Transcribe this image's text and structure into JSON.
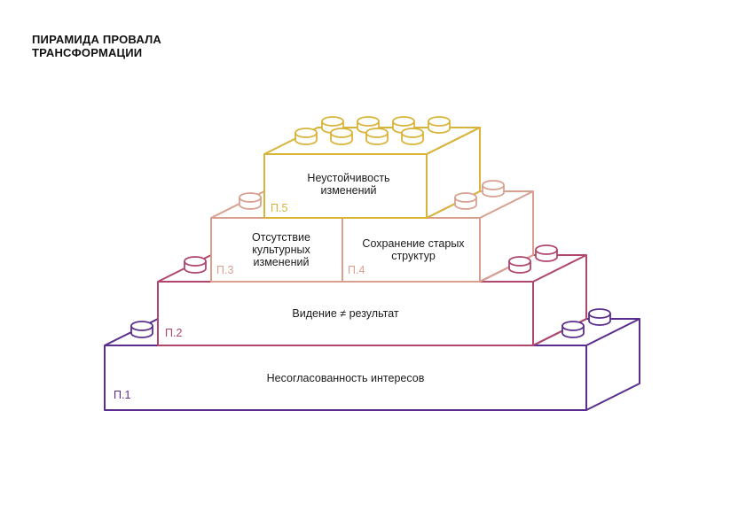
{
  "title": {
    "line1": "ПИРАМИДА ПРОВАЛА",
    "line2": "ТРАНСФОРМАЦИИ"
  },
  "colors": {
    "level1": "#5b2d8e",
    "level2": "#b0456e",
    "level3": "#d9a08f",
    "level4": "#d9a08f",
    "level5": "#d9b43a"
  },
  "blocks": [
    {
      "id": "p1",
      "tag": "П.1",
      "label": "Несогласованность интересов"
    },
    {
      "id": "p2",
      "tag": "П.2",
      "label": "Видение ≠ результат"
    },
    {
      "id": "p3",
      "tag": "П.3",
      "label": "Отсутствие культурных изменений"
    },
    {
      "id": "p4",
      "tag": "П.4",
      "label": "Сохранение старых структур"
    },
    {
      "id": "p5",
      "tag": "П.5",
      "label": "Неустойчивость изменений"
    }
  ]
}
